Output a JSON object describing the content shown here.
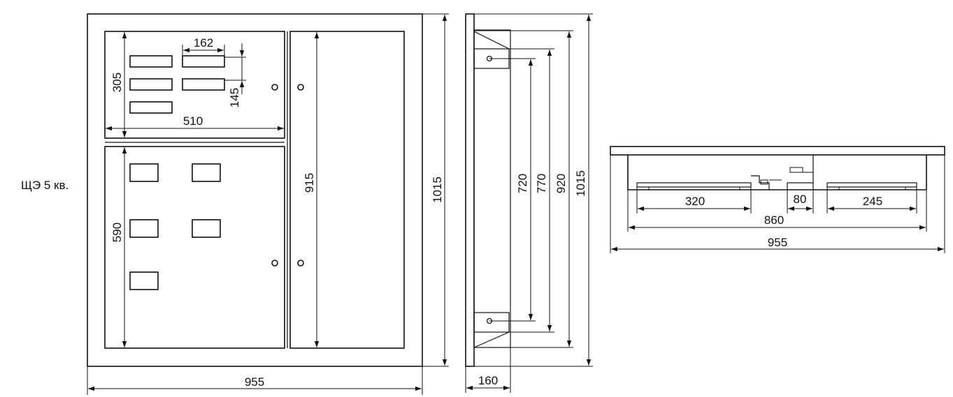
{
  "caption": "ЩЭ 5 кв.",
  "front_view": {
    "overall_width": "955",
    "overall_height": "1015",
    "right_door_height": "915",
    "top_compartment_width": "510",
    "top_compartment_height": "305",
    "meter_window_width": "162",
    "meter_window_pitch": "145",
    "lower_compartment_height": "590"
  },
  "side_view": {
    "depth": "160",
    "dim_720": "720",
    "dim_770": "770",
    "dim_920": "920",
    "dim_1015": "1015"
  },
  "top_view": {
    "overall_width": "955",
    "inner_width": "860",
    "left_rail": "320",
    "gap": "80",
    "right_rail": "245"
  }
}
